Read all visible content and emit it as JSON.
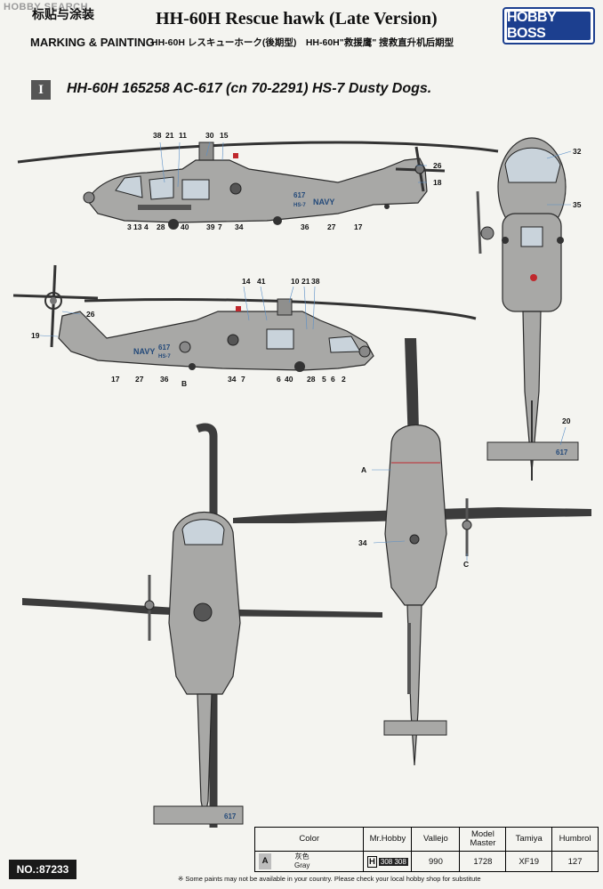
{
  "watermark": "HOBBY SEARCH",
  "header": {
    "cn_title": "标贴与涂装",
    "en_title": "MARKING & PAINTING",
    "product_title": "HH-60H Rescue hawk (Late Version)",
    "subtitle": "HH-60H レスキューホーク(後期型)　HH-60H\"救援鹰\" 搜救直升机后期型",
    "brand": "HOBBY BOSS"
  },
  "scheme": {
    "roman": "I",
    "text": "HH-60H 165258  AC-617 (cn 70-2291) HS-7 Dusty Dogs."
  },
  "markings": {
    "tail_number": "617",
    "squadron": "HS-7",
    "service": "NAVY"
  },
  "callouts": {
    "side_top_upper": [
      "38",
      "21",
      "11",
      "30",
      "15"
    ],
    "side_top_right": [
      "26",
      "18"
    ],
    "side_top_lower": [
      "3",
      "13",
      "4",
      "28",
      "40",
      "39",
      "7",
      "34",
      "36",
      "27",
      "17"
    ],
    "side_bottom_upper": [
      "14",
      "41",
      "10",
      "21",
      "38"
    ],
    "side_bottom_left": [
      "26",
      "19"
    ],
    "side_bottom_lower": [
      "17",
      "27",
      "36",
      "B",
      "34",
      "7",
      "6",
      "40",
      "28",
      "5",
      "6",
      "2"
    ],
    "front_view": [
      "32",
      "35",
      "20"
    ],
    "under_view": [
      "A",
      "34",
      "C"
    ]
  },
  "color_table": {
    "headers": [
      "Color",
      "Mr.Hobby",
      "Vallejo",
      "Model Master",
      "Tamiya",
      "Humbrol"
    ],
    "rows": [
      {
        "letter": "A",
        "name_cn": "灰色",
        "name_en": "Gray",
        "mr_hobby": "H",
        "mr_hobby_codes": "308 308",
        "vallejo": "990",
        "model_master": "1728",
        "tamiya": "XF19",
        "humbrol": "127"
      }
    ]
  },
  "product_number": "NO.:87233",
  "footnote": "※ Some paints may not be available in your country. Please check your local hobby shop for substitute",
  "colors": {
    "aircraft_gray": "#a8a8a6",
    "outline": "#2a2a2a",
    "rotor_dark": "#3c3c3c",
    "brand_blue": "#1c3f8f",
    "callout_line": "#5a8fc7"
  }
}
